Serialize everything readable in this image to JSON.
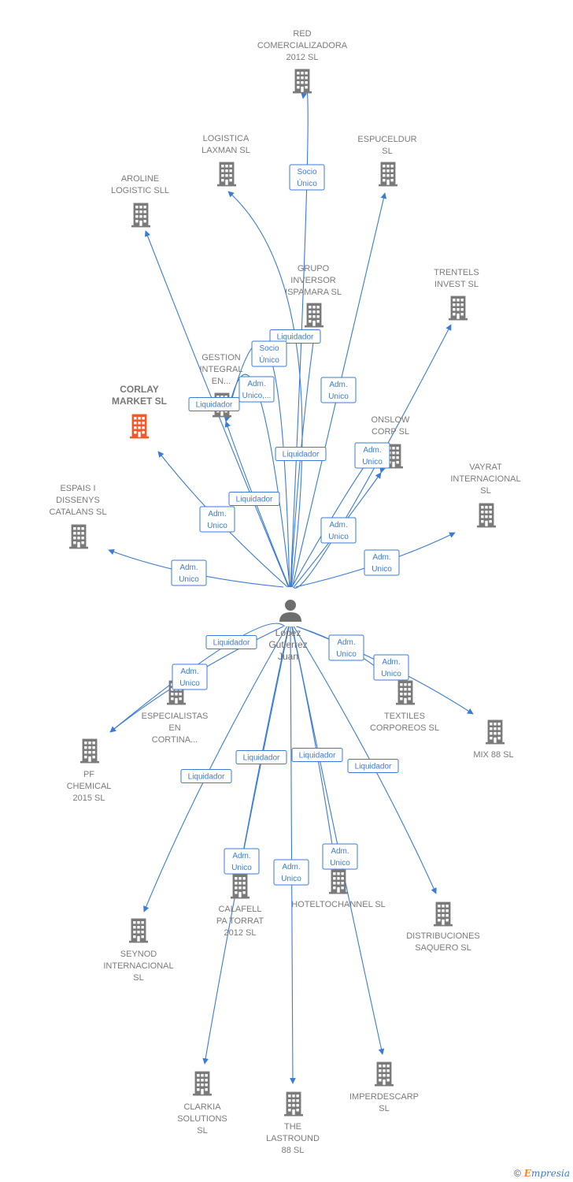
{
  "colors": {
    "edge": "#3a7bd5",
    "building": "#7a7a7a",
    "building_highlight": "#f05a28",
    "person": "#6e6e6e"
  },
  "center": {
    "name": [
      "Lopez",
      "Gutierrez",
      "Juan"
    ],
    "icon": "person-icon"
  },
  "companies": [
    {
      "id": "red",
      "label": [
        "RED",
        "COMERCIALIZADORA",
        "2012 SL"
      ]
    },
    {
      "id": "logistica",
      "label": [
        "LOGISTICA",
        "LAXMAN  SL"
      ]
    },
    {
      "id": "espuceldur",
      "label": [
        "ESPUCELDUR",
        "SL"
      ]
    },
    {
      "id": "aroline",
      "label": [
        "AROLINE",
        "LOGISTIC SLL"
      ]
    },
    {
      "id": "grupo",
      "label": [
        "GRUPO",
        "INVERSOR",
        "ISPAMARA SL"
      ]
    },
    {
      "id": "trentels",
      "label": [
        "TRENTELS",
        "INVEST  SL"
      ]
    },
    {
      "id": "gestion",
      "label": [
        "GESTION",
        "INTEGRAL",
        "EN..."
      ]
    },
    {
      "id": "corlay",
      "label": [
        "CORLAY",
        "MARKET  SL"
      ],
      "highlight": true
    },
    {
      "id": "onslow",
      "label": [
        "ONSLOW",
        "CORP  SL"
      ]
    },
    {
      "id": "vayrat",
      "label": [
        "VAYRAT",
        "INTERNACIONAL",
        "SL"
      ]
    },
    {
      "id": "espais",
      "label": [
        "ESPAIS I",
        "DISSENYS",
        "CATALANS  SL"
      ]
    },
    {
      "id": "especialistas",
      "label": [
        "ESPECIALISTAS",
        "EN",
        "CORTINA..."
      ]
    },
    {
      "id": "textiles",
      "label": [
        "TEXTILES",
        "CORPOREOS SL"
      ]
    },
    {
      "id": "mix88",
      "label": [
        "MIX 88 SL"
      ]
    },
    {
      "id": "pfchemical",
      "label": [
        "PF",
        "CHEMICAL",
        "2015  SL"
      ]
    },
    {
      "id": "calafell",
      "label": [
        "CALAFELL",
        "PA TORRAT",
        "2012 SL"
      ]
    },
    {
      "id": "hoteltochannel",
      "label": [
        "HOTELTOCHANNEL SL"
      ]
    },
    {
      "id": "distribuciones",
      "label": [
        "DISTRIBUCIONES",
        "SAQUERO SL"
      ]
    },
    {
      "id": "seynod",
      "label": [
        "SEYNOD",
        "INTERNACIONAL",
        "SL"
      ]
    },
    {
      "id": "clarkia",
      "label": [
        "CLARKIA",
        "SOLUTIONS",
        "SL"
      ]
    },
    {
      "id": "lastround",
      "label": [
        "THE",
        "LASTROUND",
        "88  SL"
      ]
    },
    {
      "id": "imperdescarp",
      "label": [
        "IMPERDESCARP",
        "SL"
      ]
    }
  ],
  "edges": [
    {
      "to": "red",
      "label": [
        "Socio",
        "Único"
      ]
    },
    {
      "to": "logistica",
      "label": [
        "Liquidador"
      ]
    },
    {
      "to": "espuceldur",
      "label": [
        "Adm.",
        "Unico"
      ]
    },
    {
      "to": "aroline",
      "label": [
        "Liquidador"
      ]
    },
    {
      "to": "grupo",
      "label": [
        "Liquidador"
      ]
    },
    {
      "to": "trentels",
      "label": [
        "Adm.",
        "Unico"
      ]
    },
    {
      "to": "gestion",
      "label": [
        "Socio",
        "Único"
      ]
    },
    {
      "to": "gestion",
      "label": [
        "Adm.",
        "Unico,..."
      ]
    },
    {
      "to": "gestion",
      "label": [
        "Liquidador"
      ]
    },
    {
      "to": "corlay",
      "label": [
        "Adm.",
        "Unico"
      ]
    },
    {
      "to": "onslow",
      "label": [
        "Adm.",
        "Unico"
      ]
    },
    {
      "to": "onslow",
      "label": [
        "Adm.",
        "Unico"
      ]
    },
    {
      "to": "vayrat",
      "label": [
        "Adm.",
        "Unico"
      ]
    },
    {
      "to": "espais",
      "label": [
        "Adm.",
        "Unico"
      ]
    },
    {
      "to": "especialistas",
      "label": [
        "Liquidador"
      ]
    },
    {
      "to": "pfchemical",
      "label": [
        "Adm.",
        "Unico"
      ]
    },
    {
      "to": "textiles",
      "label": [
        "Adm.",
        "Unico"
      ]
    },
    {
      "to": "mix88",
      "label": [
        "Adm.",
        "Unico"
      ]
    },
    {
      "to": "seynod",
      "label": [
        "Liquidador"
      ]
    },
    {
      "to": "calafell",
      "label": [
        "Liquidador"
      ]
    },
    {
      "to": "clarkia",
      "label": [
        "Adm.",
        "Unico"
      ]
    },
    {
      "to": "lastround",
      "label": [
        "Adm.",
        "Unico"
      ]
    },
    {
      "to": "hoteltochannel",
      "label": [
        "Liquidador"
      ]
    },
    {
      "to": "imperdescarp",
      "label": [
        "Adm.",
        "Unico"
      ]
    },
    {
      "to": "distribuciones",
      "label": [
        "Liquidador"
      ]
    }
  ],
  "footer": {
    "copyright": "©",
    "brand_first": "E",
    "brand_rest": "mpresia"
  }
}
